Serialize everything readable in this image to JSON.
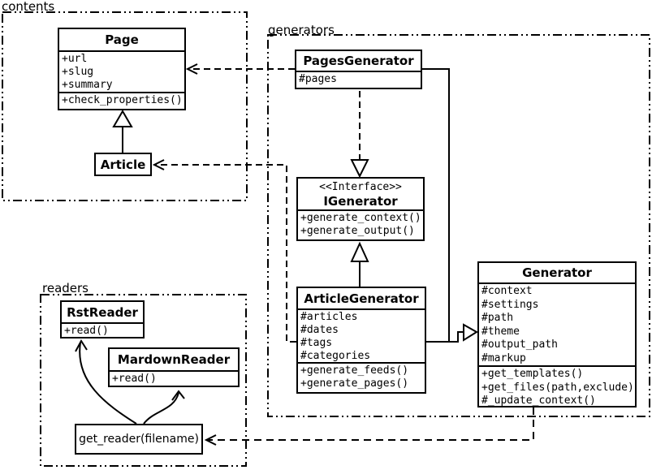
{
  "packages": {
    "contents": {
      "label": "contents"
    },
    "generators": {
      "label": "generators"
    },
    "readers": {
      "label": "readers"
    }
  },
  "classes": {
    "page": {
      "title": "Page",
      "attributes": [
        "+url",
        "+slug",
        "+summary"
      ],
      "methods": [
        "+check_properties()"
      ]
    },
    "article": {
      "title": "Article"
    },
    "pages_generator": {
      "title": "PagesGenerator",
      "attributes": [
        "#pages"
      ]
    },
    "igenerator": {
      "stereotype": "<<Interface>>",
      "title": "IGenerator",
      "methods": [
        "+generate_context()",
        "+generate_output()"
      ]
    },
    "article_generator": {
      "title": "ArticleGenerator",
      "attributes": [
        "#articles",
        "#dates",
        "#tags",
        "#categories"
      ],
      "methods": [
        "+generate_feeds()",
        "+generate_pages()"
      ]
    },
    "generator": {
      "title": "Generator",
      "attributes": [
        "#context",
        "#settings",
        "#path",
        "#theme",
        "#output_path",
        "#markup"
      ],
      "methods": [
        "+get_templates()",
        "+get_files(path,exclude)",
        "#_update_context()"
      ]
    },
    "rst_reader": {
      "title": "RstReader",
      "methods": [
        "+read()"
      ]
    },
    "mardown_reader": {
      "title": "MardownReader",
      "methods": [
        "+read()"
      ]
    },
    "get_reader": {
      "label": "get_reader(filename)"
    }
  },
  "relationships": [
    {
      "type": "generalization",
      "from": "Article",
      "to": "Page",
      "style": "solid-hollow-triangle"
    },
    {
      "type": "dependency",
      "from": "PagesGenerator",
      "to": "Page",
      "style": "dashed-open-arrow"
    },
    {
      "type": "dependency",
      "from": "ArticleGenerator",
      "to": "Article",
      "style": "dashed-open-arrow"
    },
    {
      "type": "realization",
      "from": "PagesGenerator",
      "to": "IGenerator",
      "style": "dashed-hollow-triangle"
    },
    {
      "type": "generalization",
      "from": "ArticleGenerator",
      "to": "IGenerator",
      "style": "solid-hollow-triangle"
    },
    {
      "type": "generalization",
      "from": "PagesGenerator",
      "to": "Generator",
      "style": "solid-hollow-triangle"
    },
    {
      "type": "generalization",
      "from": "ArticleGenerator",
      "to": "Generator",
      "style": "solid-hollow-triangle"
    },
    {
      "type": "dependency",
      "from": "Generator",
      "to": "get_reader(filename)",
      "style": "dashed-open-arrow"
    },
    {
      "type": "call",
      "from": "get_reader(filename)",
      "to": "RstReader",
      "style": "curved-open-arrow"
    },
    {
      "type": "call",
      "from": "get_reader(filename)",
      "to": "MardownReader",
      "style": "curved-open-arrow"
    }
  ],
  "colors": {
    "line": "#000000",
    "background": "#ffffff",
    "box_fill": "#ffffff"
  }
}
